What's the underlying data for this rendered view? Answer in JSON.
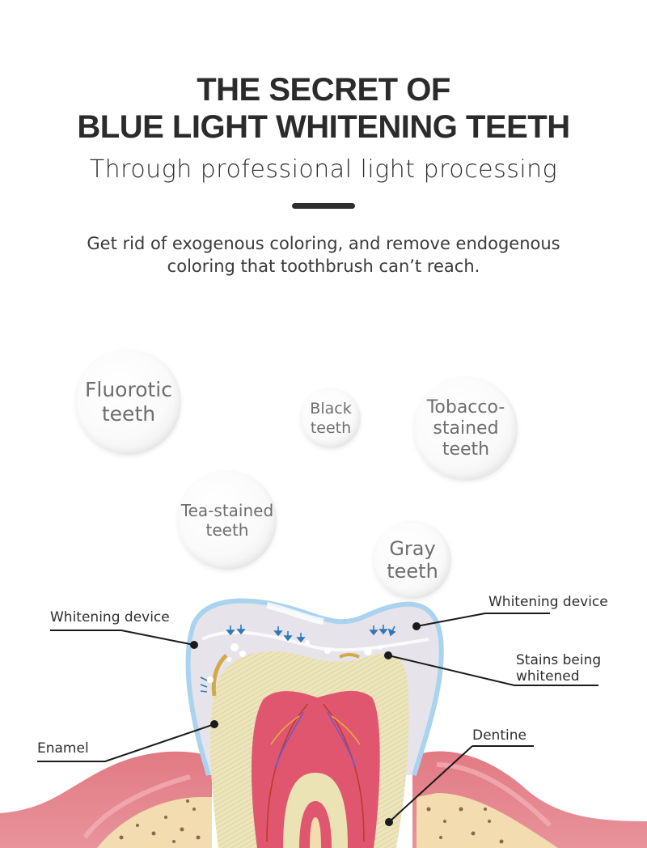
{
  "header": {
    "title_line1": "THE SECRET OF",
    "title_line2": "BLUE LIGHT WHITENING TEETH",
    "subtitle": "Through professional light processing",
    "description_line1": "Get rid of exogenous coloring, and remove endogenous",
    "description_line2": "coloring that toothbrush can’t reach."
  },
  "stain_types": [
    {
      "line1": "Fluorotic",
      "line2": "teeth"
    },
    {
      "line1": "Black",
      "line2": "teeth"
    },
    {
      "line1": "Tobacco-",
      "line2": "stained",
      "line3": "teeth"
    },
    {
      "line1": "Tea-stained",
      "line2": "teeth"
    },
    {
      "line1": "Gray",
      "line2": "teeth"
    }
  ],
  "diagram": {
    "labels": {
      "whitening_device_left": "Whitening device",
      "whitening_device_right": "Whitening device",
      "stains_line1": "Stains being",
      "stains_line2": "whitened",
      "enamel": "Enamel",
      "dentine": "Dentine"
    },
    "colors": {
      "device_blue": "#a9d3ef",
      "enamel_gray": "#e6e4ea",
      "dentine_yellow": "#ebe3b4",
      "pulp_pink": "#e0566f",
      "gum_pink": "#e8838a",
      "bone_beige": "#f3dcb0",
      "arrow_blue": "#2f78b8"
    }
  }
}
